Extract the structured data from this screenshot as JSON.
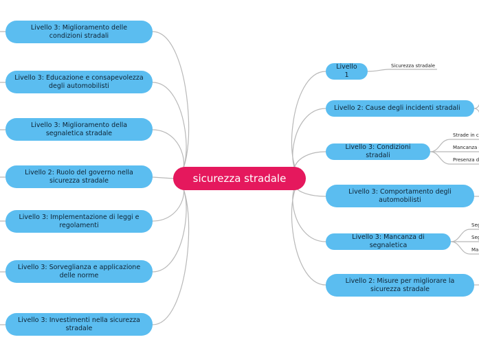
{
  "central": {
    "label": "sicurezza stradale"
  },
  "left_nodes": [
    "Livello 3: Miglioramento delle condizioni stradali",
    "Livello 3: Educazione e consapevolezza degli automobilisti",
    "Livello 3: Miglioramento della segnaletica stradale",
    "Livello 2: Ruolo del governo nella sicurezza stradale",
    "Livello 3: Implementazione di leggi e regolamenti",
    "Livello 3: Sorveglianza e applicazione delle norme",
    "Livello 3: Investimenti nella sicurezza stradale"
  ],
  "right_nodes": [
    "Livello 1",
    "Livello 2: Cause degli incidenti stradali",
    "Livello 3: Condizioni stradali",
    "Livello 3: Comportamento degli automobilisti",
    "Livello 3: Mancanza di segnaletica",
    "Livello 2: Misure per migliorare la sicurezza stradale"
  ],
  "subtopics": {
    "livello1": [
      "Sicurezza stradale"
    ],
    "condizioni": [
      "Strade in c",
      "Mancanza d",
      "Presenza d"
    ],
    "segnaletica": [
      "Seg",
      "Seg",
      "Ma"
    ]
  },
  "colors": {
    "central": "#e5185d",
    "node": "#5bbdf0",
    "line": "#b8b8b8"
  }
}
